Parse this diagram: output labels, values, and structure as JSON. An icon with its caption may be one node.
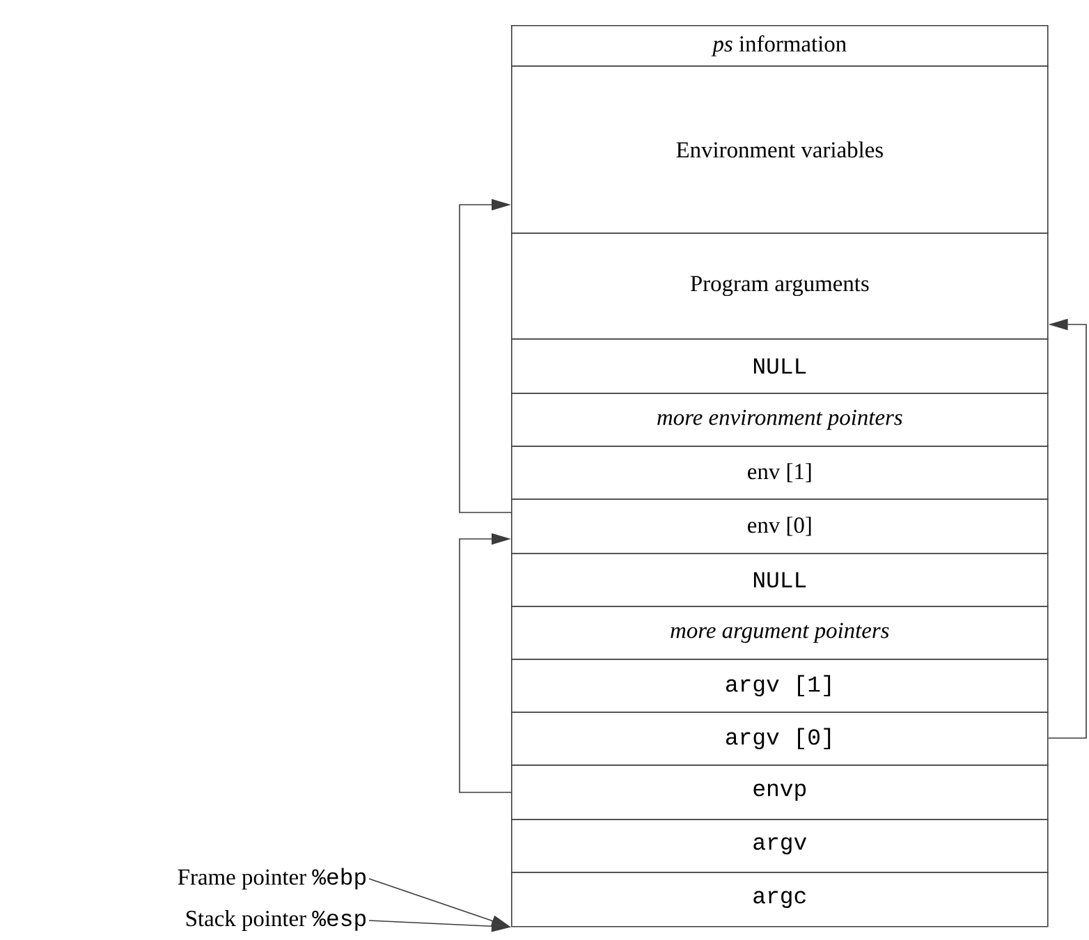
{
  "diagram": {
    "nodes": [
      {
        "text": [
          "*ps* information"
        ]
      },
      {
        "text": [
          "Environment variables"
        ]
      },
      {
        "text": [
          "Program arguments"
        ]
      },
      {
        "text": [
          "NULL"
        ]
      },
      {
        "text": [
          "more environment pointers"
        ]
      },
      {
        "text": [
          "env [1]"
        ]
      },
      {
        "text": [
          "env [0]"
        ]
      },
      {
        "text": [
          "NULL"
        ]
      },
      {
        "text": [
          "more argument pointers"
        ]
      },
      {
        "text": [
          "argv [1]"
        ]
      },
      {
        "text": [
          "argv [0]"
        ]
      },
      {
        "text": [
          "envp"
        ]
      },
      {
        "text": [
          "argv"
        ]
      },
      {
        "text": [
          "argc"
        ]
      },
      {
        "text": [
          "Frame pointer",
          "%ebp"
        ]
      },
      {
        "text": [
          "Stack pointer",
          "%esp"
        ]
      }
    ],
    "edges": [
      {
        "from": 6,
        "to": 1,
        "arrow": "to"
      },
      {
        "from": 11,
        "to": 6,
        "arrow": "to"
      },
      {
        "from": 10,
        "to": 2,
        "arrow": "to"
      },
      {
        "from": 14,
        "to": 13,
        "arrow": "to"
      },
      {
        "from": 15,
        "to": 13,
        "arrow": "to"
      }
    ]
  }
}
